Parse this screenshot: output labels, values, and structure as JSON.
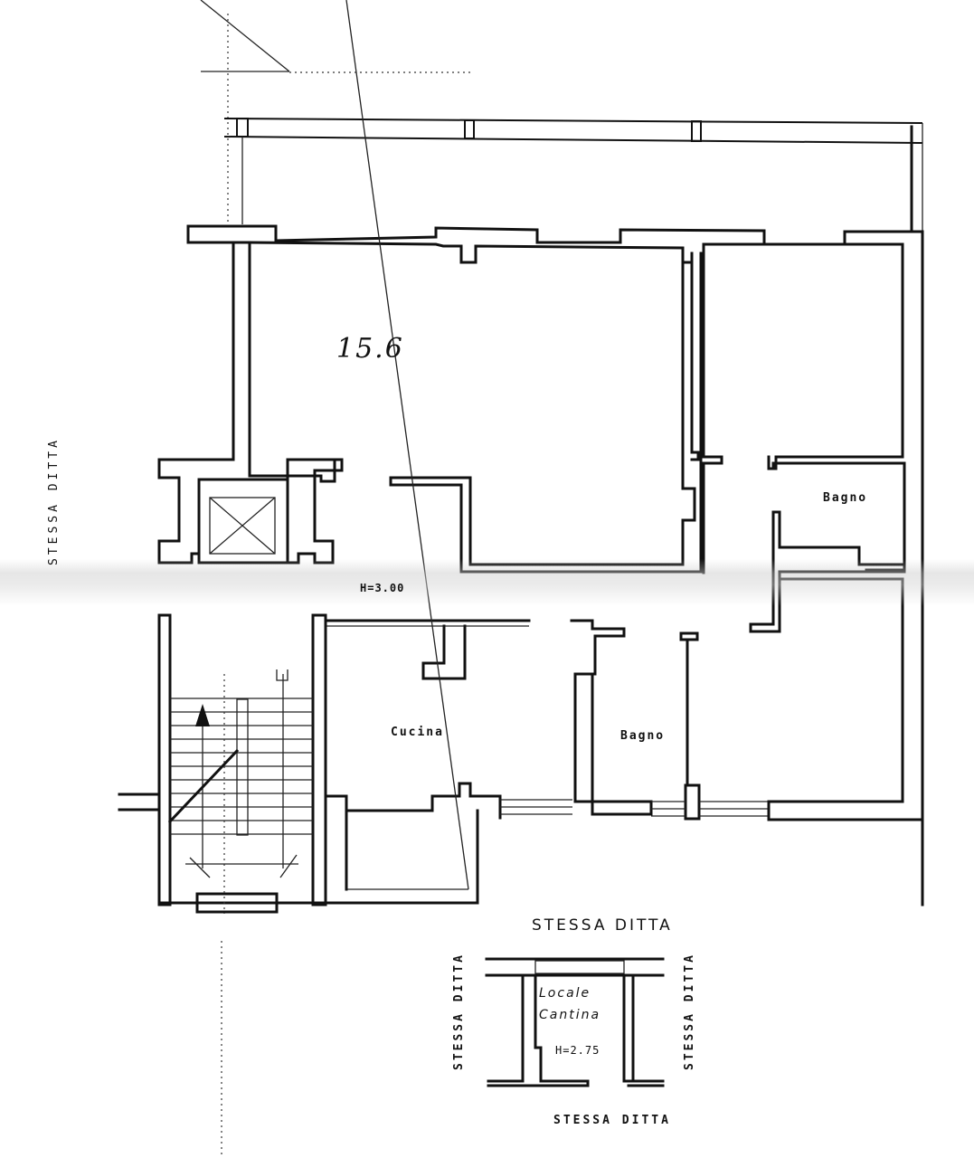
{
  "drawing": {
    "type": "floor plan",
    "background": "#ffffff",
    "line_color": "#111111"
  },
  "labels": {
    "unit_number": "15.6",
    "ceiling_height_main": "H=3.00",
    "left_neighbor": "STESSA DITTA",
    "cellar_top": "STESSA DITTA",
    "cellar_left": "STESSA DITTA",
    "cellar_right": "STESSA DITTA",
    "cellar_bottom": "STESSA DITTA"
  },
  "rooms": [
    {
      "id": "bagno-upper",
      "label": "Bagno"
    },
    {
      "id": "cucina",
      "label": "Cucina"
    },
    {
      "id": "bagno-lower",
      "label": "Bagno"
    }
  ],
  "cellar": {
    "title_line1": "Locale",
    "title_line2": "Cantina",
    "height": "H=2.75"
  }
}
